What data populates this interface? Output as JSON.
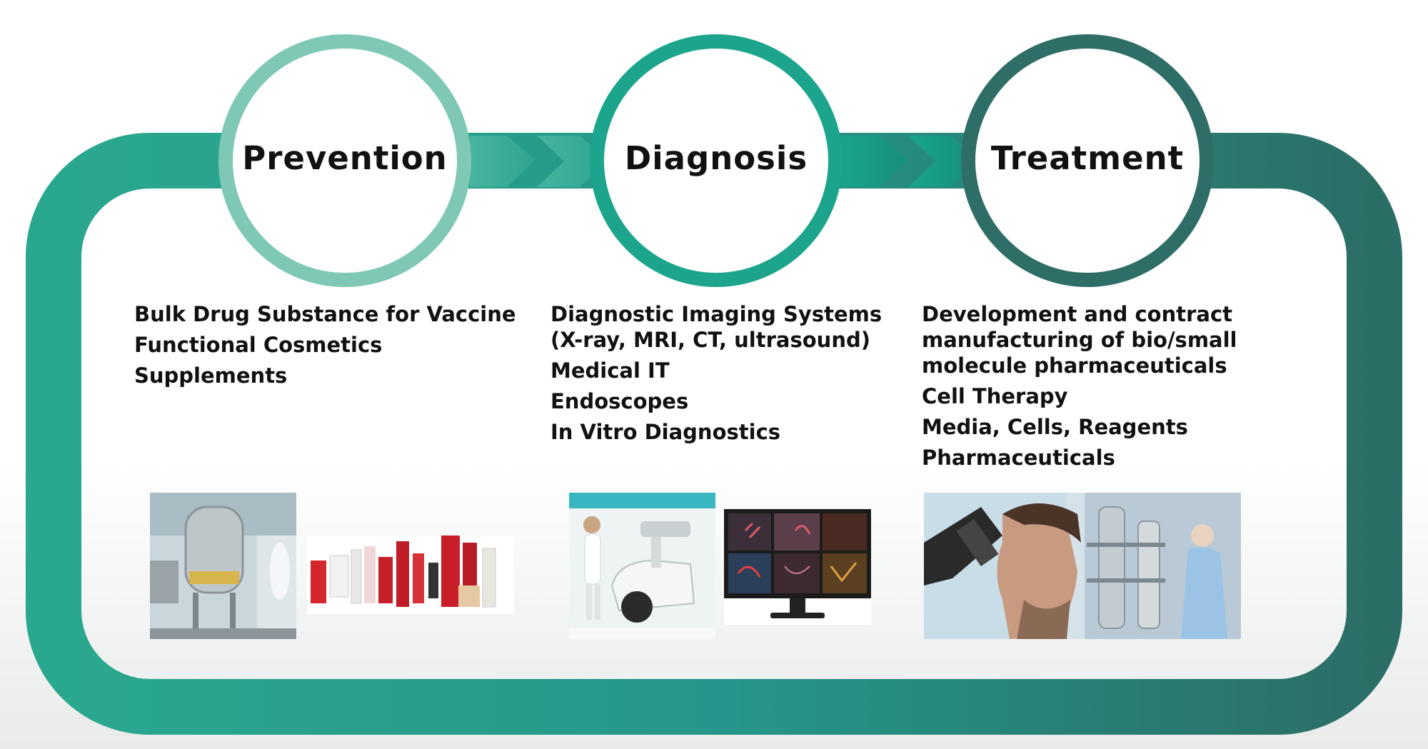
{
  "colors": {
    "prevention": "#7fc8b5",
    "diagnosis": "#1ca58c",
    "treatment": "#2e6e66",
    "loop_start": "#2aa88e",
    "loop_end": "#2b6e66"
  },
  "stages": [
    {
      "title": "Prevention",
      "items": [
        "Bulk Drug Substance for Vaccine",
        "Functional Cosmetics",
        "Supplements"
      ]
    },
    {
      "title": "Diagnosis",
      "items": [
        "Diagnostic Imaging Systems",
        "(X-ray, MRI, CT, ultrasound)",
        "Medical IT",
        "Endoscopes",
        "In Vitro Diagnostics"
      ]
    },
    {
      "title": "Treatment",
      "items": [
        "Development and contract",
        "manufacturing of bio/small",
        "molecule pharmaceuticals",
        "Cell Therapy",
        "Media, Cells, Reagents",
        "Pharmaceuticals"
      ]
    }
  ],
  "images": {
    "bioreactor": "bioreactor-photo",
    "cosmetics": "cosmetics-products-photo",
    "xray": "mobile-xray-system-photo",
    "monitor": "medical-imaging-monitor-photo",
    "lab": "scientist-microscope-photo"
  }
}
